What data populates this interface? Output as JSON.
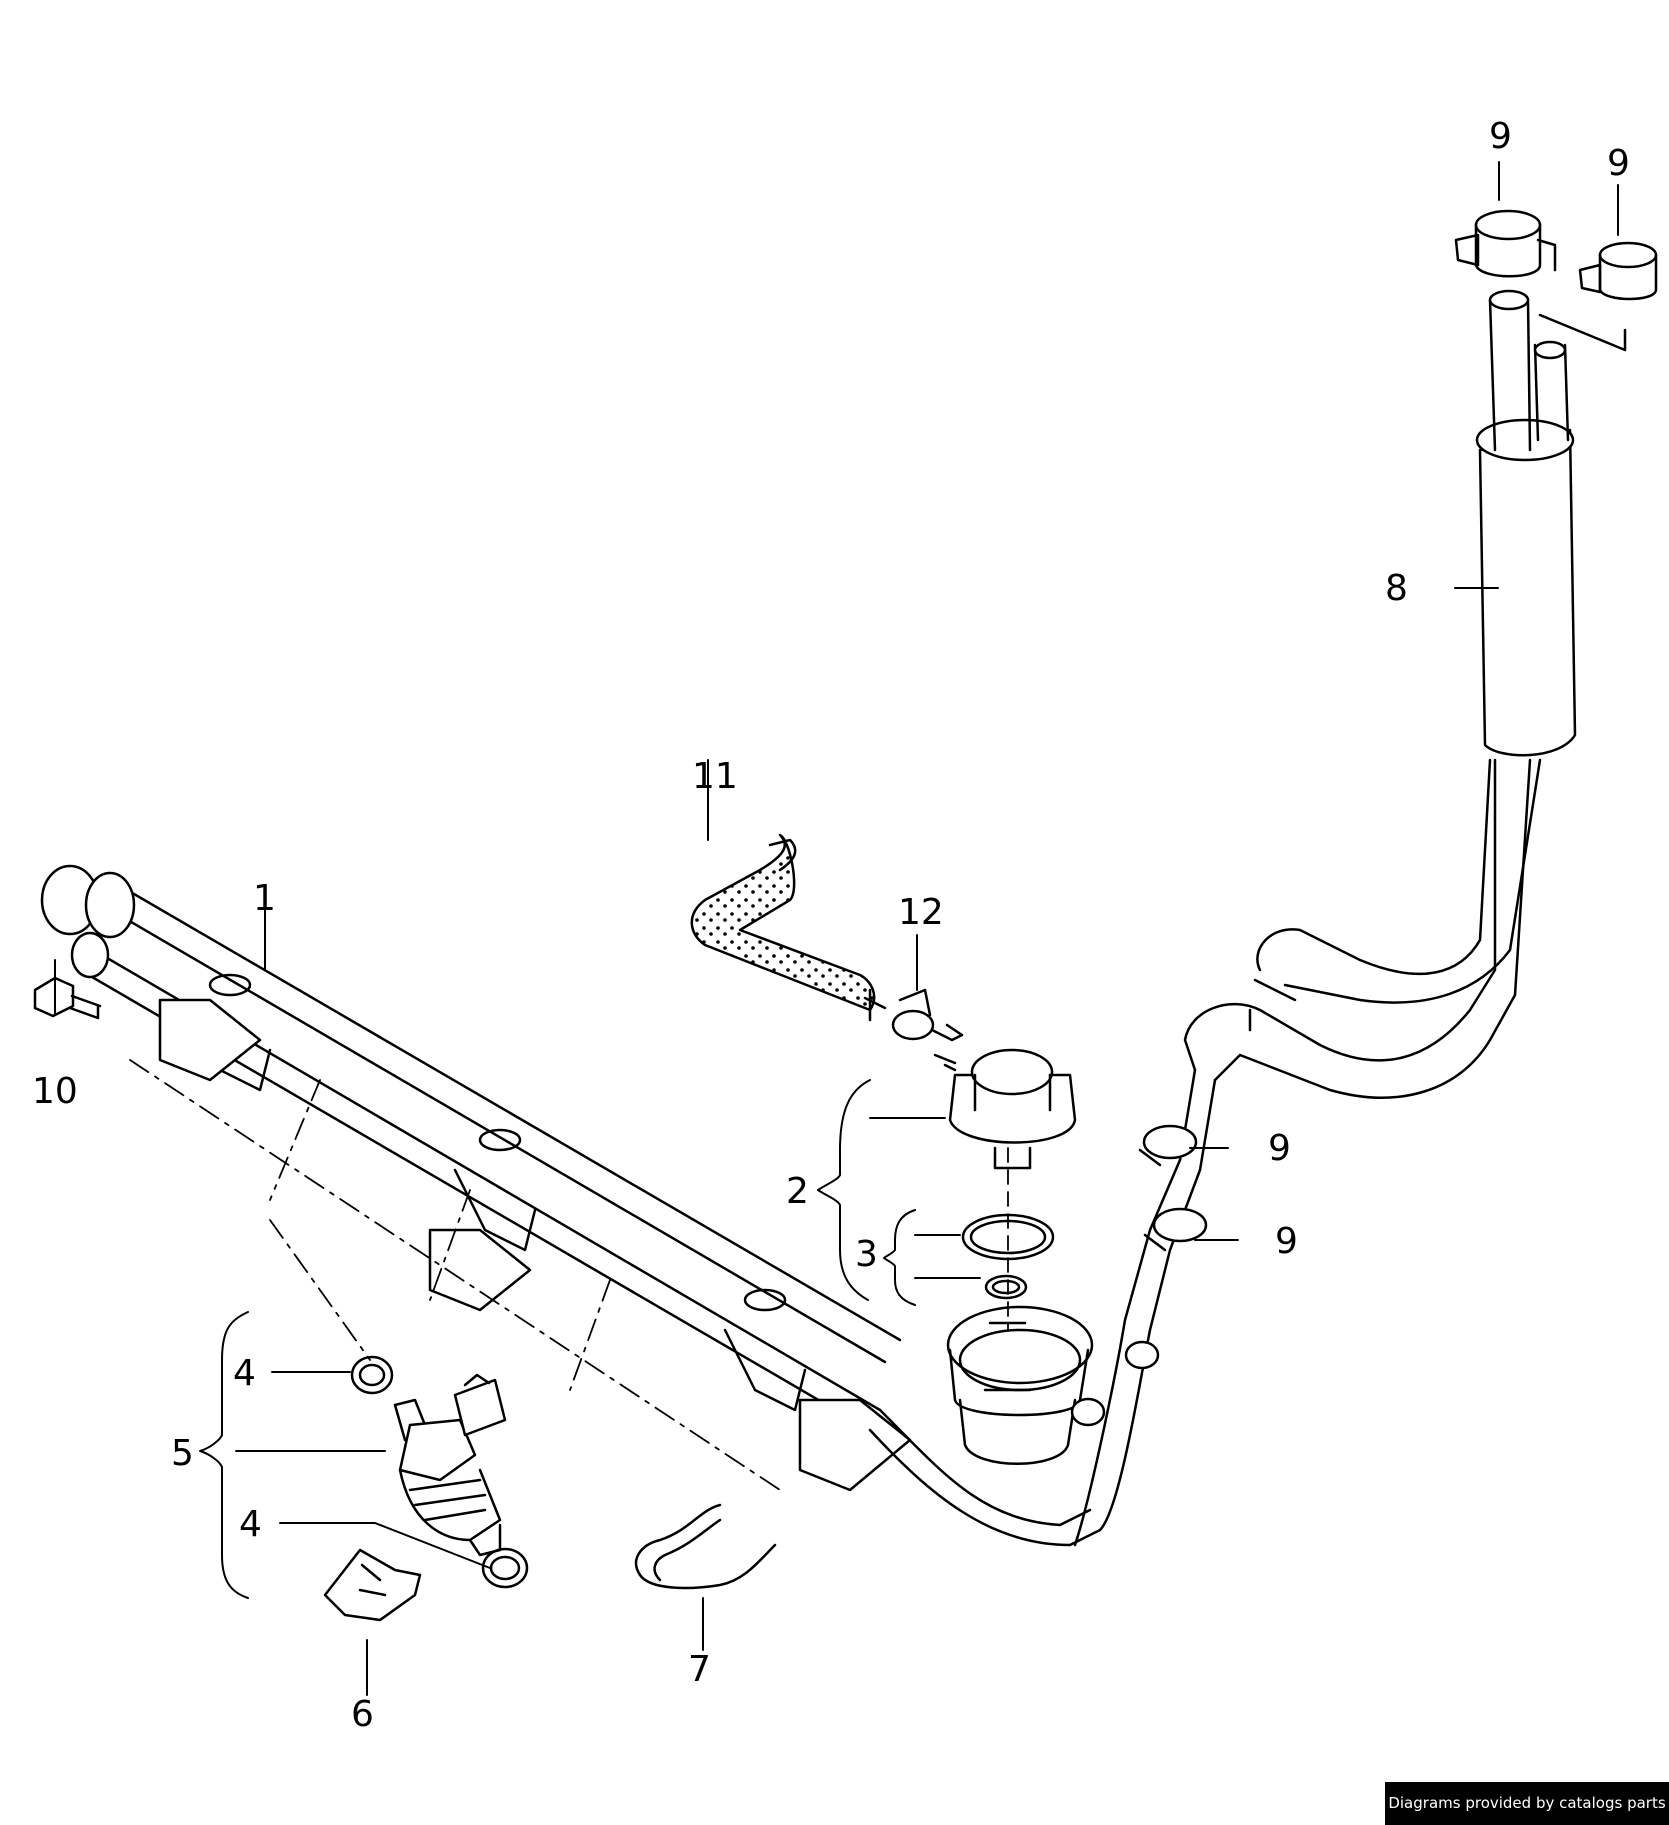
{
  "callouts": {
    "c1": "1",
    "c2": "2",
    "c3": "3",
    "c4a": "4",
    "c4b": "4",
    "c5": "5",
    "c6": "6",
    "c7": "7",
    "c8": "8",
    "c9a": "9",
    "c9b": "9",
    "c9c": "9",
    "c9d": "9",
    "c10": "10",
    "c11": "11",
    "c12": "12"
  },
  "credit": "Diagrams provided by catalogs parts"
}
